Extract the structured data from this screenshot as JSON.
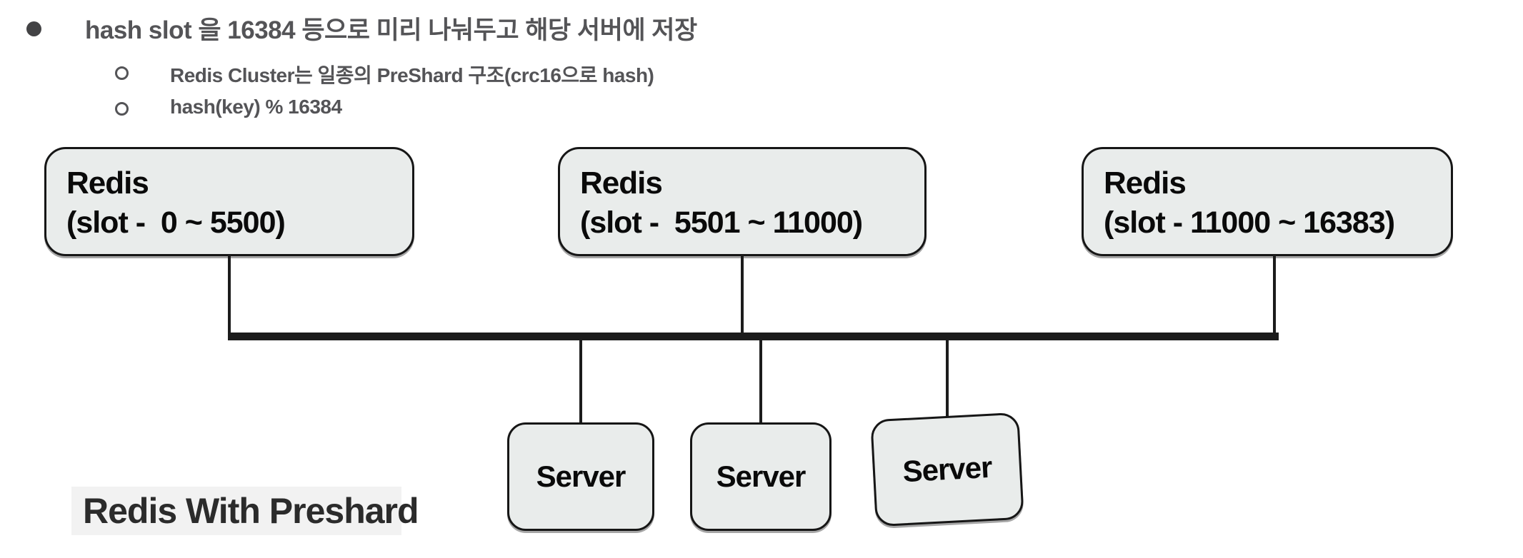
{
  "bullets": {
    "main": {
      "text": "hash slot 을 16384 등으로 미리 나눠두고 해당 서버에 저장"
    },
    "sub": [
      {
        "text": "Redis Cluster는 일종의 PreShard 구조(crc16으로 hash)"
      },
      {
        "text": "hash(key) % 16384"
      }
    ]
  },
  "diagram": {
    "redis_nodes": [
      {
        "title": "Redis",
        "slot_range": "(slot -  0 ~ 5500)"
      },
      {
        "title": "Redis",
        "slot_range": "(slot -  5501 ~ 11000)"
      },
      {
        "title": "Redis",
        "slot_range": "(slot - 11000 ~ 16383)"
      }
    ],
    "servers": [
      {
        "label": "Server"
      },
      {
        "label": "Server"
      },
      {
        "label": "Server"
      }
    ]
  },
  "caption": {
    "text": "Redis With Preshard"
  },
  "icons": {
    "main_bullet": "filled-circle",
    "sub_bullet": "hollow-circle"
  },
  "colors": {
    "node_fill": "#e9eceb",
    "node_border": "#161616",
    "connector": "#1c1c1c",
    "bullet_text": "#545457",
    "caption_bg": "#f2f2f2",
    "caption_text": "#2b2b2b"
  }
}
